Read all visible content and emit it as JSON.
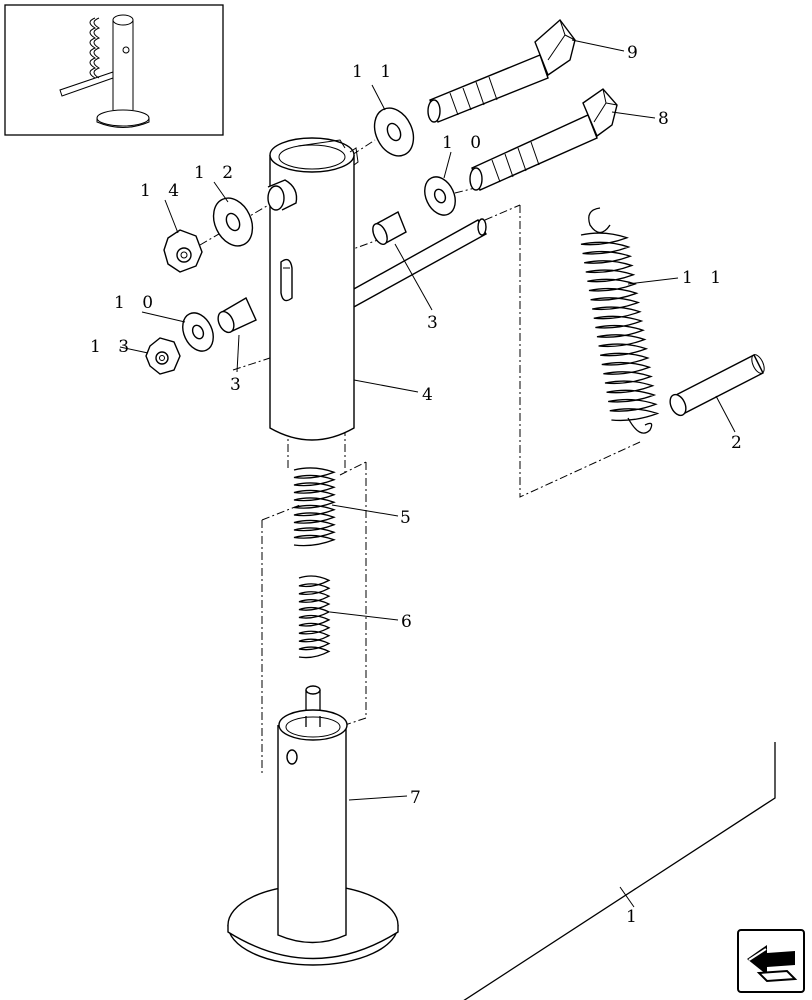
{
  "diagram": {
    "callouts": [
      {
        "id": "c1",
        "text": "1"
      },
      {
        "id": "c2",
        "text": "2"
      },
      {
        "id": "c3a",
        "text": "3"
      },
      {
        "id": "c3b",
        "text": "3"
      },
      {
        "id": "c4",
        "text": "4"
      },
      {
        "id": "c5",
        "text": "5"
      },
      {
        "id": "c6",
        "text": "6"
      },
      {
        "id": "c7",
        "text": "7"
      },
      {
        "id": "c8",
        "text": "8"
      },
      {
        "id": "c9",
        "text": "9"
      },
      {
        "id": "c10a",
        "text": "1 0"
      },
      {
        "id": "c10b",
        "text": "1 0"
      },
      {
        "id": "c11a",
        "text": "1 1"
      },
      {
        "id": "c11b",
        "text": "1 1"
      },
      {
        "id": "c12",
        "text": "1 2"
      },
      {
        "id": "c13",
        "text": "1 3"
      },
      {
        "id": "c14",
        "text": "1 4"
      }
    ],
    "nav_icon": "back-arrow-icon",
    "thumbnail_icon": "jack-assembly-thumbnail-icon"
  }
}
